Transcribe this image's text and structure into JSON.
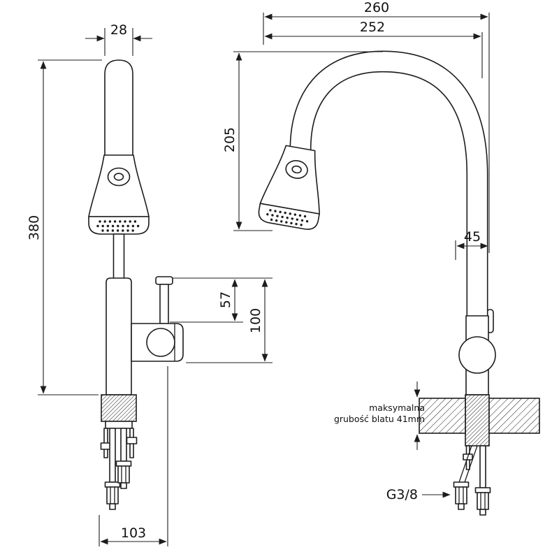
{
  "front_view": {
    "dims": {
      "head_width": "28",
      "total_height": "380",
      "lever_height": "57",
      "body_height": "100",
      "base_width": "103"
    }
  },
  "side_view": {
    "dims": {
      "overall_depth": "260",
      "spout_reach": "252",
      "spout_height": "205",
      "body_depth": "45"
    },
    "counter_note_line1": "maksymalna",
    "counter_note_line2": "grubość blatu 41mm",
    "connector_label": "G3/8"
  }
}
